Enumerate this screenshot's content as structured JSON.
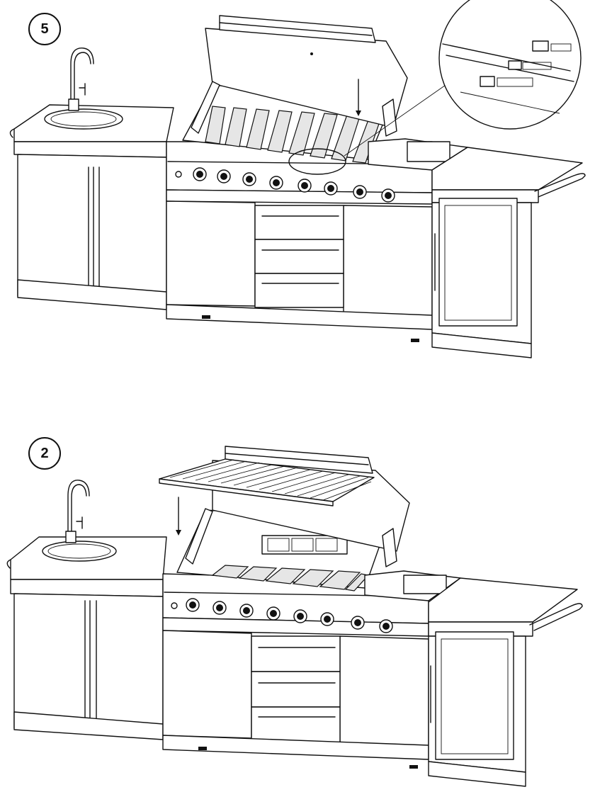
{
  "steps": [
    {
      "number": "5",
      "knob_count": 8,
      "burner_plates": 8
    },
    {
      "number": "2",
      "knob_count": 8,
      "burner_plates": 6
    }
  ],
  "colors": {
    "line": "#111111",
    "background": "#ffffff"
  },
  "icons": [
    "faucet-icon",
    "arrow-down-icon",
    "knob-icon",
    "magnifier-callout-icon"
  ]
}
